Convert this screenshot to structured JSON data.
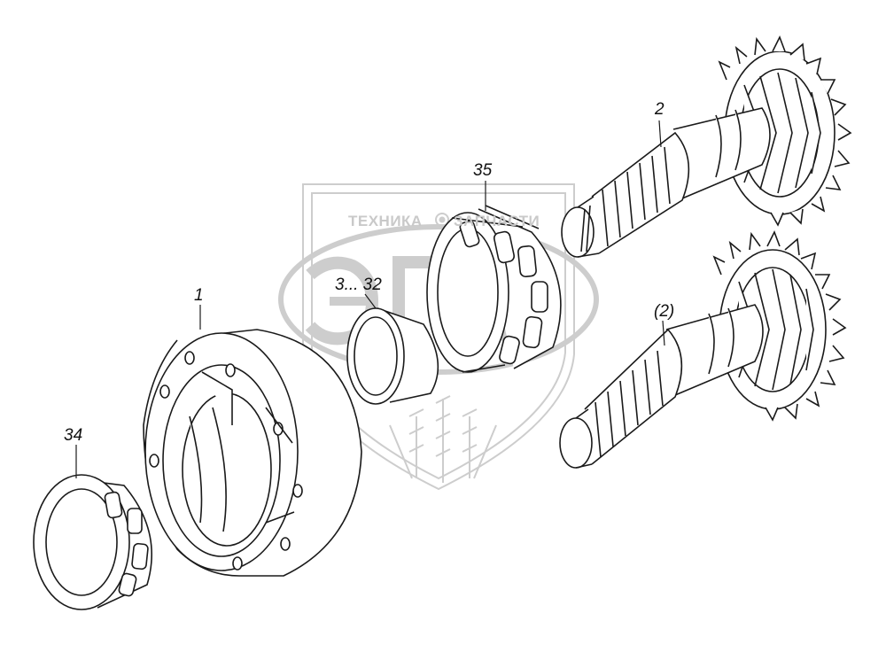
{
  "diagram": {
    "callouts": {
      "part_1": "1",
      "part_2": "2",
      "part_2_alt": "(2)",
      "part_3_32": "3... 32",
      "part_34": "34",
      "part_35": "35"
    },
    "watermark": {
      "left_word": "ТЕХНИКА",
      "right_word": "ЗАПЧАСТИ",
      "logo_letters": "ЭПО",
      "color": "#cfcfcf"
    },
    "line_color": "#1a1a1a"
  }
}
